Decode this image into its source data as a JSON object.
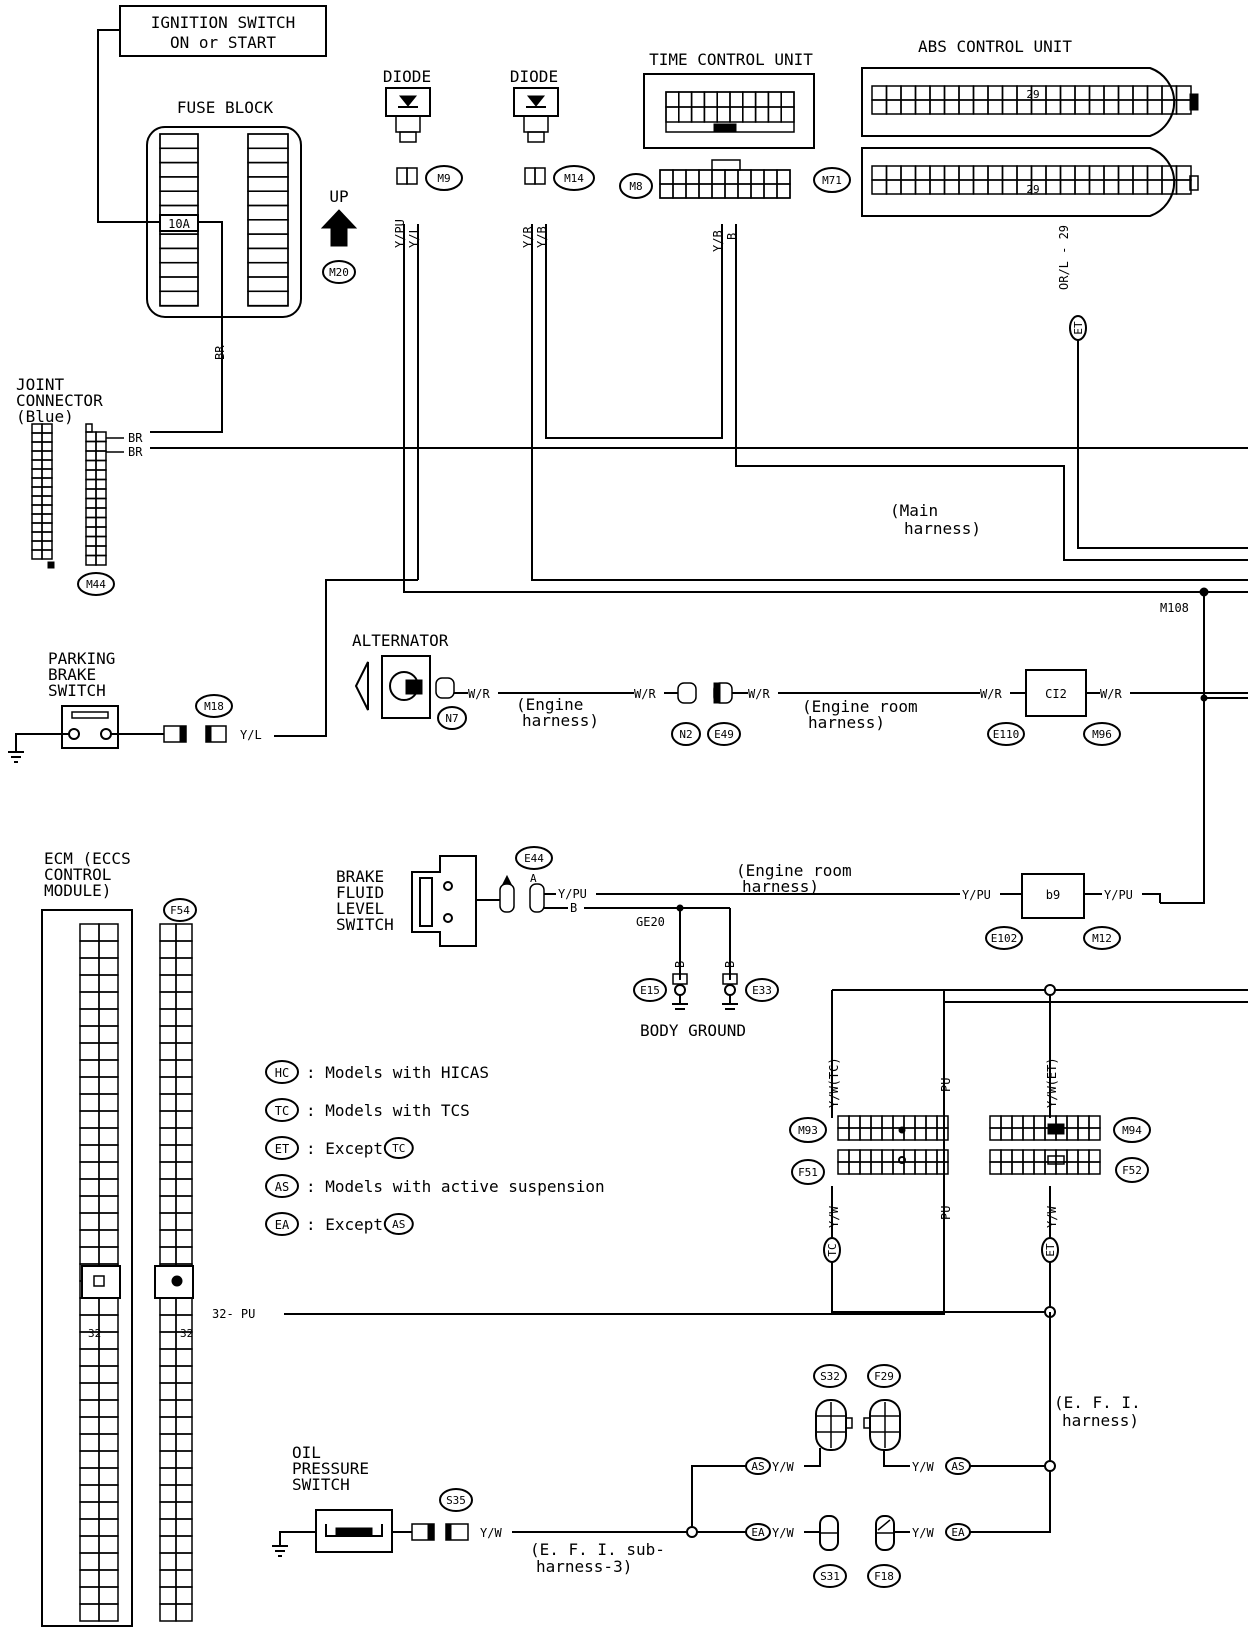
{
  "ignition": "IGNITION SWITCH\nON or START",
  "fuse_block": {
    "title": "FUSE BLOCK",
    "fuse": "10A"
  },
  "up_label": "UP",
  "connectors": {
    "m20": "M20",
    "m9": "M9",
    "m14": "M14",
    "m8": "M8",
    "m71": "M71",
    "m44": "M44",
    "m18": "M18",
    "n7": "N7",
    "n2": "N2",
    "e49": "E49",
    "e110": "E110",
    "m96": "M96",
    "e44": "E44",
    "e102": "E102",
    "m12": "M12",
    "e15": "E15",
    "e33": "E33",
    "f54": "F54",
    "m93": "M93",
    "m94": "M94",
    "f51": "F51",
    "f52": "F52",
    "s32": "S32",
    "f29": "F29",
    "s35": "S35",
    "s31": "S31",
    "f18": "F18",
    "m108": "M108"
  },
  "components": {
    "diode1": "DIODE",
    "diode2": "DIODE",
    "tcu": "TIME CONTROL UNIT",
    "abs": "ABS CONTROL UNIT",
    "abs_pin": "29",
    "joint_connector": "JOINT\nCONNECTOR\n(Blue)",
    "parking_brake": "PARKING\nBRAKE\nSWITCH",
    "alternator": "ALTERNATOR",
    "ecm": "ECM (ECCS\nCONTROL\nMODULE)",
    "ecm_pin": "32",
    "brake_fluid": "BRAKE\nFLUID\nLEVEL\nSWITCH",
    "body_ground": "BODY GROUND",
    "oil_pressure": "OIL\nPRESSURE\nSWITCH",
    "joint_c12": "CI2",
    "joint_b9": "b9",
    "ge20": "GE20"
  },
  "wires": {
    "br": "BR",
    "y_pu": "Y/PU",
    "y_l": "Y/L",
    "y_r": "Y/R",
    "y_b": "Y/B",
    "b": "B",
    "or_l_29": "OR/L - 29",
    "w_r": "W/R",
    "y_w": "Y/W",
    "pu": "PU",
    "pu_32": "32- PU",
    "y_w_tc": "Y/W(TC)",
    "y_w_et": "Y/W(ET)",
    "y_w_as": "Y/W(AS)",
    "y_w_ea": "Y/W(EA)",
    "a": "A"
  },
  "harness_labels": {
    "main": "(Main\n harness)",
    "engine": "(Engine\n harness)",
    "engine_room1": "(Engine room\n harness)",
    "engine_room2": "(Engine room\n harness)",
    "efi": "(E. F. I.\n harness)",
    "efi_sub": "(E. F. I. sub-\n harness-3)"
  },
  "markers": {
    "et": "ET",
    "tc": "TC",
    "as": "AS",
    "ea": "EA",
    "hc": "HC"
  },
  "legend": [
    {
      "code": "HC",
      "text": ": Models with HICAS"
    },
    {
      "code": "TC",
      "text": ": Models with TCS"
    },
    {
      "code": "ET",
      "text": ": Except",
      "ref": "TC"
    },
    {
      "code": "AS",
      "text": ": Models with active suspension"
    },
    {
      "code": "EA",
      "text": ": Except",
      "ref": "AS"
    }
  ]
}
